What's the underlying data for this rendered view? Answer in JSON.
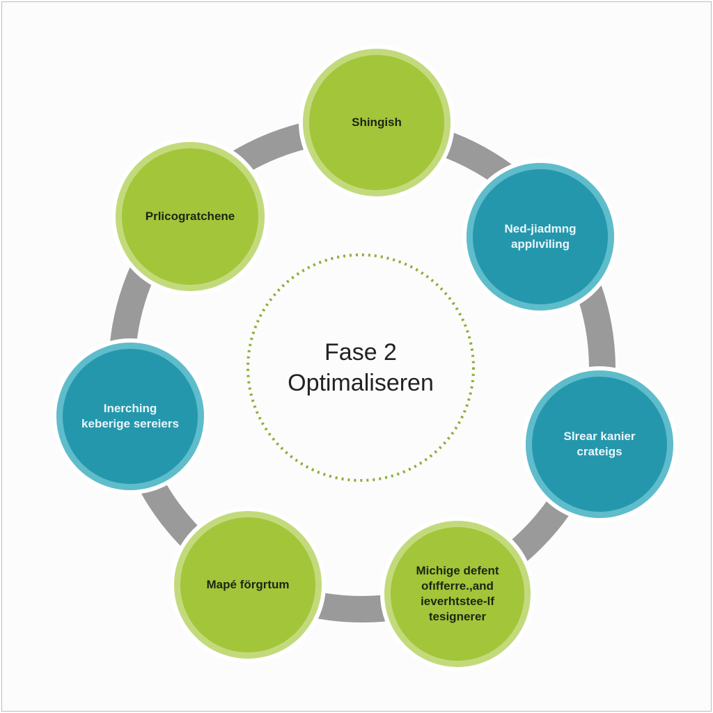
{
  "center": {
    "title": "Fase 2\nOptimaliseren"
  },
  "nodes": [
    {
      "label": "Shingish",
      "color": "green"
    },
    {
      "label": "Ned-jiadmng\napplıviling",
      "color": "teal"
    },
    {
      "label": "Slrear kanier\ncrateigs",
      "color": "teal"
    },
    {
      "label": "Michige defent\nofıfferre.,and\nieverhtstee-lf\ntesignerer",
      "color": "green"
    },
    {
      "label": "Mapé förgrtum",
      "color": "green"
    },
    {
      "label": "Inerching\nkeberige sereiers",
      "color": "teal"
    },
    {
      "label": "Prlicogratchene",
      "color": "green"
    }
  ],
  "colors": {
    "green": "#a3c53a",
    "teal": "#2597ad",
    "ring": "#9a9a9a",
    "dash": "#8fae3a"
  }
}
